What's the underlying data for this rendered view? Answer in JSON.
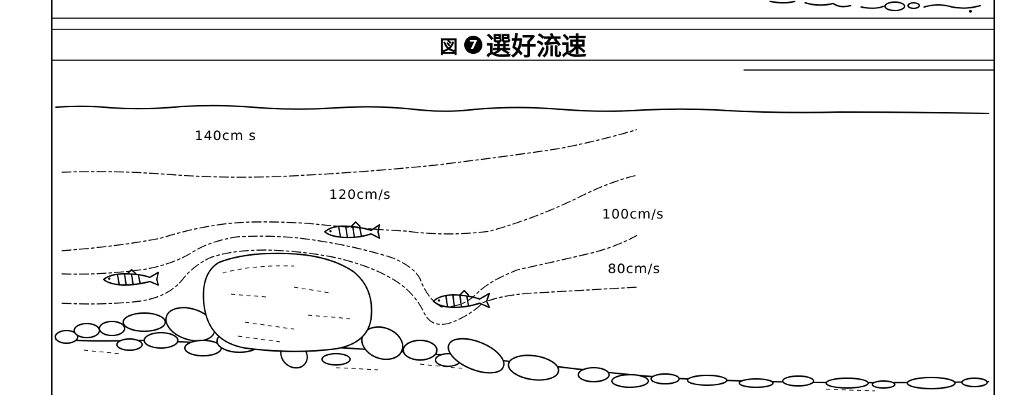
{
  "figure": {
    "title_prefix": "図",
    "title_number": "7",
    "title_text": "選好流速"
  },
  "velocity_labels": [
    {
      "id": "v140",
      "text": "140cm s"
    },
    {
      "id": "v120",
      "text": "120cm/s"
    },
    {
      "id": "v100",
      "text": "100cm/s"
    },
    {
      "id": "v80",
      "text": "80cm/s"
    }
  ]
}
